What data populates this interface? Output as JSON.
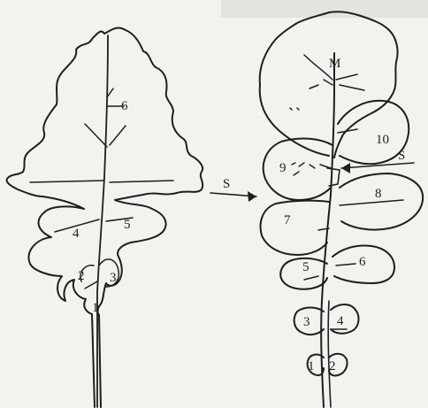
{
  "figure": {
    "left_leaf": {
      "lobe_labels": [
        "1",
        "2",
        "3",
        "4",
        "5",
        "6"
      ]
    },
    "right_leaf": {
      "lobe_labels": [
        "1",
        "2",
        "3",
        "4",
        "5",
        "6",
        "7",
        "8",
        "9",
        "10"
      ],
      "apex_label": "M"
    },
    "arrow_label_left": "S",
    "arrow_label_right": "S"
  },
  "colors": {
    "ink": "#1e1e1e",
    "paper": "#f3f2ef"
  }
}
